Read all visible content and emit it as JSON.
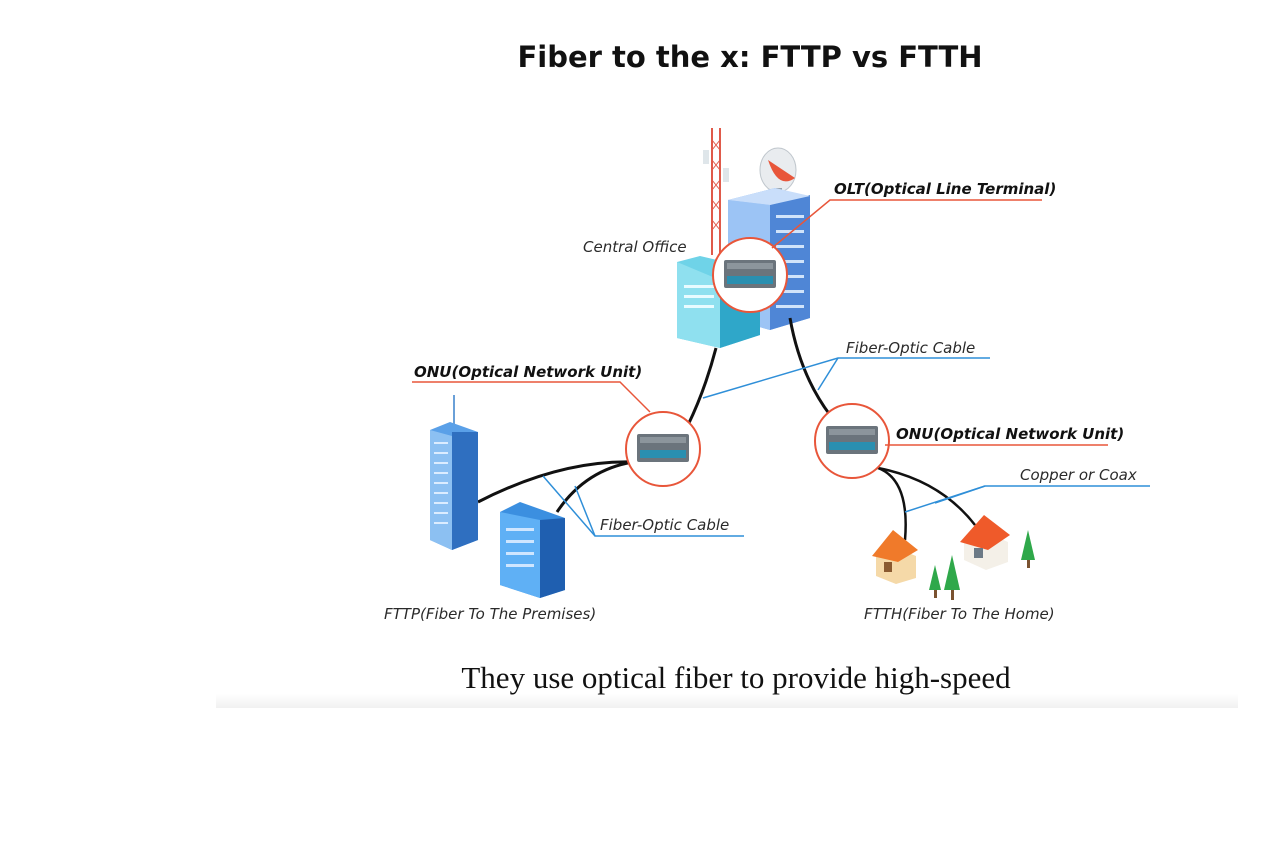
{
  "title": "Fiber to the x: FTTP vs FTTH",
  "subtitle": "They use optical fiber to provide high-speed",
  "labels": {
    "olt": "OLT(Optical Line Terminal)",
    "central_office": "Central Office",
    "fiber_optic_top": "Fiber-Optic Cable",
    "onu_left": "ONU(Optical Network Unit)",
    "onu_right": "ONU(Optical Network Unit)",
    "copper_coax": "Copper or Coax",
    "fiber_optic_bottom": "Fiber-Optic Cable",
    "fttp": "FTTP(Fiber To The Premises)",
    "ftth": "FTTH(Fiber To The Home)"
  },
  "colors": {
    "callout_red": "#e8563a",
    "leader_blue": "#2f8fd8",
    "cable": "#111111",
    "building_blue": "#5aa0e8",
    "house_roof": "#f07a2a"
  }
}
